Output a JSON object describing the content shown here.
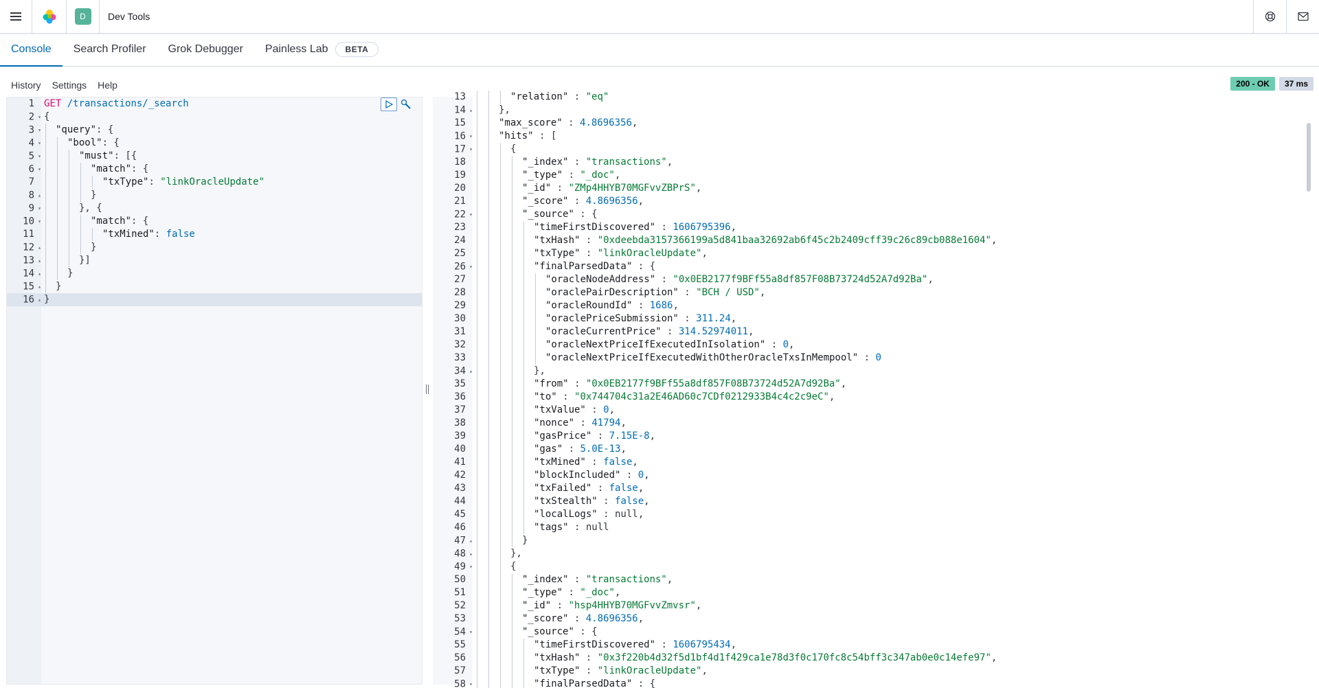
{
  "header": {
    "app_title": "Dev Tools",
    "space_initial": "D",
    "accent_color": "#006bb4",
    "space_color": "#54b399"
  },
  "tabs": [
    {
      "label": "Console",
      "active": true
    },
    {
      "label": "Search Profiler",
      "active": false
    },
    {
      "label": "Grok Debugger",
      "active": false
    },
    {
      "label": "Painless Lab",
      "active": false,
      "badge": "BETA"
    }
  ],
  "toolbar": {
    "history": "History",
    "settings": "Settings",
    "help": "Help",
    "status": "200 - OK",
    "duration": "37 ms"
  },
  "request": {
    "lines": [
      {
        "n": "1",
        "fold": "",
        "indent": 0,
        "html": "<span class='m'>GET</span> <span class='n'>/transactions/_search</span>"
      },
      {
        "n": "2",
        "fold": "▾",
        "indent": 0,
        "html": "<span class='p'>{</span>"
      },
      {
        "n": "3",
        "fold": "▾",
        "indent": 1,
        "html": "<span class='k'>\"query\"</span><span class='p'>: {</span>"
      },
      {
        "n": "4",
        "fold": "▾",
        "indent": 2,
        "html": "<span class='k'>\"bool\"</span><span class='p'>: {</span>"
      },
      {
        "n": "5",
        "fold": "▾",
        "indent": 3,
        "html": "<span class='k'>\"must\"</span><span class='p'>: [{</span>"
      },
      {
        "n": "6",
        "fold": "▾",
        "indent": 4,
        "html": "<span class='k'>\"match\"</span><span class='p'>: {</span>"
      },
      {
        "n": "7",
        "fold": "",
        "indent": 5,
        "html": "<span class='k'>\"txType\"</span><span class='p'>: </span><span class='s'>\"linkOracleUpdate\"</span>"
      },
      {
        "n": "8",
        "fold": "▴",
        "indent": 4,
        "html": "<span class='p'>}</span>"
      },
      {
        "n": "9",
        "fold": "▾",
        "indent": 3,
        "html": "<span class='p'>}, {</span>"
      },
      {
        "n": "10",
        "fold": "▾",
        "indent": 4,
        "html": "<span class='k'>\"match\"</span><span class='p'>: {</span>"
      },
      {
        "n": "11",
        "fold": "",
        "indent": 5,
        "html": "<span class='k'>\"txMined\"</span><span class='p'>: </span><span class='kw'>false</span>"
      },
      {
        "n": "12",
        "fold": "▴",
        "indent": 4,
        "html": "<span class='p'>}</span>"
      },
      {
        "n": "13",
        "fold": "▴",
        "indent": 3,
        "html": "<span class='p'>}]</span>"
      },
      {
        "n": "14",
        "fold": "▴",
        "indent": 2,
        "html": "<span class='p'>}</span>"
      },
      {
        "n": "15",
        "fold": "▴",
        "indent": 1,
        "html": "<span class='p'>}</span>"
      },
      {
        "n": "16",
        "fold": "▴",
        "indent": 0,
        "html": "<span class='p'>}</span>",
        "active": true
      }
    ]
  },
  "response": {
    "lines": [
      {
        "n": "13",
        "fold": "",
        "indent": 3,
        "html": "<span class='k'>\"relation\"</span><span class='p'> : </span><span class='s'>\"eq\"</span>"
      },
      {
        "n": "14",
        "fold": "▴",
        "indent": 2,
        "html": "<span class='p'>},</span>"
      },
      {
        "n": "15",
        "fold": "",
        "indent": 2,
        "html": "<span class='k'>\"max_score\"</span><span class='p'> : </span><span class='n'>4.8696356</span><span class='p'>,</span>"
      },
      {
        "n": "16",
        "fold": "▾",
        "indent": 2,
        "html": "<span class='k'>\"hits\"</span><span class='p'> : [</span>"
      },
      {
        "n": "17",
        "fold": "▾",
        "indent": 3,
        "html": "<span class='p'>{</span>"
      },
      {
        "n": "18",
        "fold": "",
        "indent": 4,
        "html": "<span class='k'>\"_index\"</span><span class='p'> : </span><span class='s'>\"transactions\"</span><span class='p'>,</span>"
      },
      {
        "n": "19",
        "fold": "",
        "indent": 4,
        "html": "<span class='k'>\"_type\"</span><span class='p'> : </span><span class='s'>\"_doc\"</span><span class='p'>,</span>"
      },
      {
        "n": "20",
        "fold": "",
        "indent": 4,
        "html": "<span class='k'>\"_id\"</span><span class='p'> : </span><span class='s'>\"ZMp4HHYB70MGFvvZBPrS\"</span><span class='p'>,</span>"
      },
      {
        "n": "21",
        "fold": "",
        "indent": 4,
        "html": "<span class='k'>\"_score\"</span><span class='p'> : </span><span class='n'>4.8696356</span><span class='p'>,</span>"
      },
      {
        "n": "22",
        "fold": "▾",
        "indent": 4,
        "html": "<span class='k'>\"_source\"</span><span class='p'> : {</span>"
      },
      {
        "n": "23",
        "fold": "",
        "indent": 5,
        "html": "<span class='k'>\"timeFirstDiscovered\"</span><span class='p'> : </span><span class='n'>1606795396</span><span class='p'>,</span>"
      },
      {
        "n": "24",
        "fold": "",
        "indent": 5,
        "html": "<span class='k'>\"txHash\"</span><span class='p'> : </span><span class='s'>\"0xdeebda3157366199a5d841baa32692ab6f45c2b2409cff39c26c89cb088e1604\"</span><span class='p'>,</span>"
      },
      {
        "n": "25",
        "fold": "",
        "indent": 5,
        "html": "<span class='k'>\"txType\"</span><span class='p'> : </span><span class='s'>\"linkOracleUpdate\"</span><span class='p'>,</span>"
      },
      {
        "n": "26",
        "fold": "▾",
        "indent": 5,
        "html": "<span class='k'>\"finalParsedData\"</span><span class='p'> : {</span>"
      },
      {
        "n": "27",
        "fold": "",
        "indent": 6,
        "html": "<span class='k'>\"oracleNodeAddress\"</span><span class='p'> : </span><span class='s'>\"0x0EB2177f9BFf55a8df857F08B73724d52A7d92Ba\"</span><span class='p'>,</span>"
      },
      {
        "n": "28",
        "fold": "",
        "indent": 6,
        "html": "<span class='k'>\"oraclePairDescription\"</span><span class='p'> : </span><span class='s'>\"BCH / USD\"</span><span class='p'>,</span>"
      },
      {
        "n": "29",
        "fold": "",
        "indent": 6,
        "html": "<span class='k'>\"oracleRoundId\"</span><span class='p'> : </span><span class='n'>1686</span><span class='p'>,</span>"
      },
      {
        "n": "30",
        "fold": "",
        "indent": 6,
        "html": "<span class='k'>\"oraclePriceSubmission\"</span><span class='p'> : </span><span class='n'>311.24</span><span class='p'>,</span>"
      },
      {
        "n": "31",
        "fold": "",
        "indent": 6,
        "html": "<span class='k'>\"oracleCurrentPrice\"</span><span class='p'> : </span><span class='n'>314.52974011</span><span class='p'>,</span>"
      },
      {
        "n": "32",
        "fold": "",
        "indent": 6,
        "html": "<span class='k'>\"oracleNextPriceIfExecutedInIsolation\"</span><span class='p'> : </span><span class='n'>0</span><span class='p'>,</span>"
      },
      {
        "n": "33",
        "fold": "",
        "indent": 6,
        "html": "<span class='k'>\"oracleNextPriceIfExecutedWithOtherOracleTxsInMempool\"</span><span class='p'> : </span><span class='n'>0</span>"
      },
      {
        "n": "34",
        "fold": "▴",
        "indent": 5,
        "html": "<span class='p'>},</span>"
      },
      {
        "n": "35",
        "fold": "",
        "indent": 5,
        "html": "<span class='k'>\"from\"</span><span class='p'> : </span><span class='s'>\"0x0EB2177f9BFf55a8df857F08B73724d52A7d92Ba\"</span><span class='p'>,</span>"
      },
      {
        "n": "36",
        "fold": "",
        "indent": 5,
        "html": "<span class='k'>\"to\"</span><span class='p'> : </span><span class='s'>\"0x744704c31a2E46AD60c7CDf0212933B4c4c2c9eC\"</span><span class='p'>,</span>"
      },
      {
        "n": "37",
        "fold": "",
        "indent": 5,
        "html": "<span class='k'>\"txValue\"</span><span class='p'> : </span><span class='n'>0</span><span class='p'>,</span>"
      },
      {
        "n": "38",
        "fold": "",
        "indent": 5,
        "html": "<span class='k'>\"nonce\"</span><span class='p'> : </span><span class='n'>41794</span><span class='p'>,</span>"
      },
      {
        "n": "39",
        "fold": "",
        "indent": 5,
        "html": "<span class='k'>\"gasPrice\"</span><span class='p'> : </span><span class='n'>7.15E-8</span><span class='p'>,</span>"
      },
      {
        "n": "40",
        "fold": "",
        "indent": 5,
        "html": "<span class='k'>\"gas\"</span><span class='p'> : </span><span class='n'>5.0E-13</span><span class='p'>,</span>"
      },
      {
        "n": "41",
        "fold": "",
        "indent": 5,
        "html": "<span class='k'>\"txMined\"</span><span class='p'> : </span><span class='kw'>false</span><span class='p'>,</span>"
      },
      {
        "n": "42",
        "fold": "",
        "indent": 5,
        "html": "<span class='k'>\"blockIncluded\"</span><span class='p'> : </span><span class='n'>0</span><span class='p'>,</span>"
      },
      {
        "n": "43",
        "fold": "",
        "indent": 5,
        "html": "<span class='k'>\"txFailed\"</span><span class='p'> : </span><span class='kw'>false</span><span class='p'>,</span>"
      },
      {
        "n": "44",
        "fold": "",
        "indent": 5,
        "html": "<span class='k'>\"txStealth\"</span><span class='p'> : </span><span class='kw'>false</span><span class='p'>,</span>"
      },
      {
        "n": "45",
        "fold": "",
        "indent": 5,
        "html": "<span class='k'>\"localLogs\"</span><span class='p'> : null,</span>"
      },
      {
        "n": "46",
        "fold": "",
        "indent": 5,
        "html": "<span class='k'>\"tags\"</span><span class='p'> : null</span>"
      },
      {
        "n": "47",
        "fold": "▴",
        "indent": 4,
        "html": "<span class='p'>}</span>"
      },
      {
        "n": "48",
        "fold": "▴",
        "indent": 3,
        "html": "<span class='p'>},</span>"
      },
      {
        "n": "49",
        "fold": "▾",
        "indent": 3,
        "html": "<span class='p'>{</span>"
      },
      {
        "n": "50",
        "fold": "",
        "indent": 4,
        "html": "<span class='k'>\"_index\"</span><span class='p'> : </span><span class='s'>\"transactions\"</span><span class='p'>,</span>"
      },
      {
        "n": "51",
        "fold": "",
        "indent": 4,
        "html": "<span class='k'>\"_type\"</span><span class='p'> : </span><span class='s'>\"_doc\"</span><span class='p'>,</span>"
      },
      {
        "n": "52",
        "fold": "",
        "indent": 4,
        "html": "<span class='k'>\"_id\"</span><span class='p'> : </span><span class='s'>\"hsp4HHYB70MGFvvZmvsr\"</span><span class='p'>,</span>"
      },
      {
        "n": "53",
        "fold": "",
        "indent": 4,
        "html": "<span class='k'>\"_score\"</span><span class='p'> : </span><span class='n'>4.8696356</span><span class='p'>,</span>"
      },
      {
        "n": "54",
        "fold": "▾",
        "indent": 4,
        "html": "<span class='k'>\"_source\"</span><span class='p'> : {</span>"
      },
      {
        "n": "55",
        "fold": "",
        "indent": 5,
        "html": "<span class='k'>\"timeFirstDiscovered\"</span><span class='p'> : </span><span class='n'>1606795434</span><span class='p'>,</span>"
      },
      {
        "n": "56",
        "fold": "",
        "indent": 5,
        "html": "<span class='k'>\"txHash\"</span><span class='p'> : </span><span class='s'>\"0x3f220b4d32f5d1bf4d1f429ca1e78d3f0c170fc8c54bff3c347ab0e0c14efe97\"</span><span class='p'>,</span>"
      },
      {
        "n": "57",
        "fold": "",
        "indent": 5,
        "html": "<span class='k'>\"txType\"</span><span class='p'> : </span><span class='s'>\"linkOracleUpdate\"</span><span class='p'>,</span>"
      },
      {
        "n": "58",
        "fold": "▾",
        "indent": 5,
        "html": "<span class='k'>\"finalParsedData\"</span><span class='p'> : {</span>"
      }
    ]
  }
}
